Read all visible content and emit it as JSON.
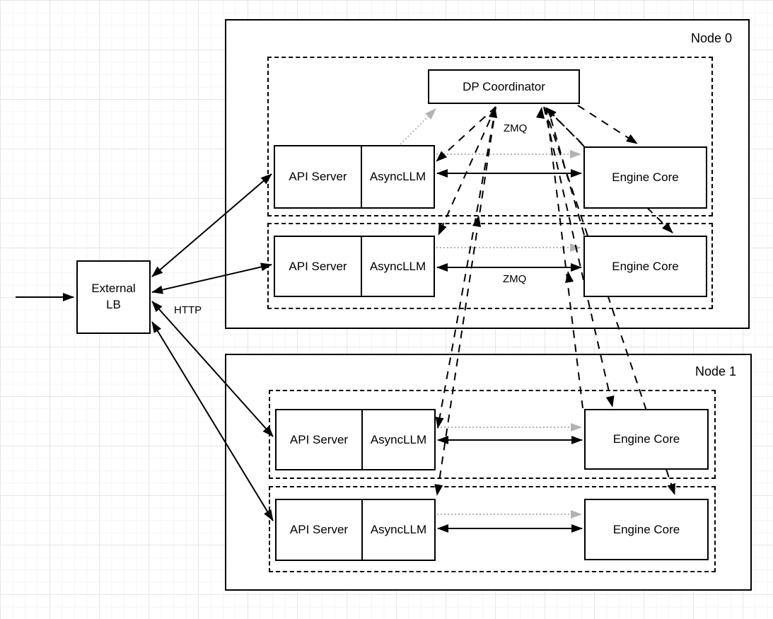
{
  "external_lb": {
    "line1": "External",
    "line2": "LB"
  },
  "coordinator": {
    "label": "DP Coordinator"
  },
  "node0": {
    "label": "Node 0",
    "rows": [
      {
        "api": "API Server",
        "llm": "AsyncLLM",
        "engine": "Engine Core"
      },
      {
        "api": "API Server",
        "llm": "AsyncLLM",
        "engine": "Engine Core"
      }
    ]
  },
  "node1": {
    "label": "Node 1",
    "rows": [
      {
        "api": "API Server",
        "llm": "AsyncLLM",
        "engine": "Engine Core"
      },
      {
        "api": "API Server",
        "llm": "AsyncLLM",
        "engine": "Engine Core"
      }
    ]
  },
  "edge_labels": {
    "http": "HTTP",
    "zmq_top": "ZMQ",
    "zmq_mid": "ZMQ"
  },
  "colors": {
    "line": "#000000",
    "muted_line": "#b3b3b3",
    "box_fill": "#ffffff",
    "grid_minor": "#f5f5f5",
    "grid_major": "#e6e6e6"
  }
}
